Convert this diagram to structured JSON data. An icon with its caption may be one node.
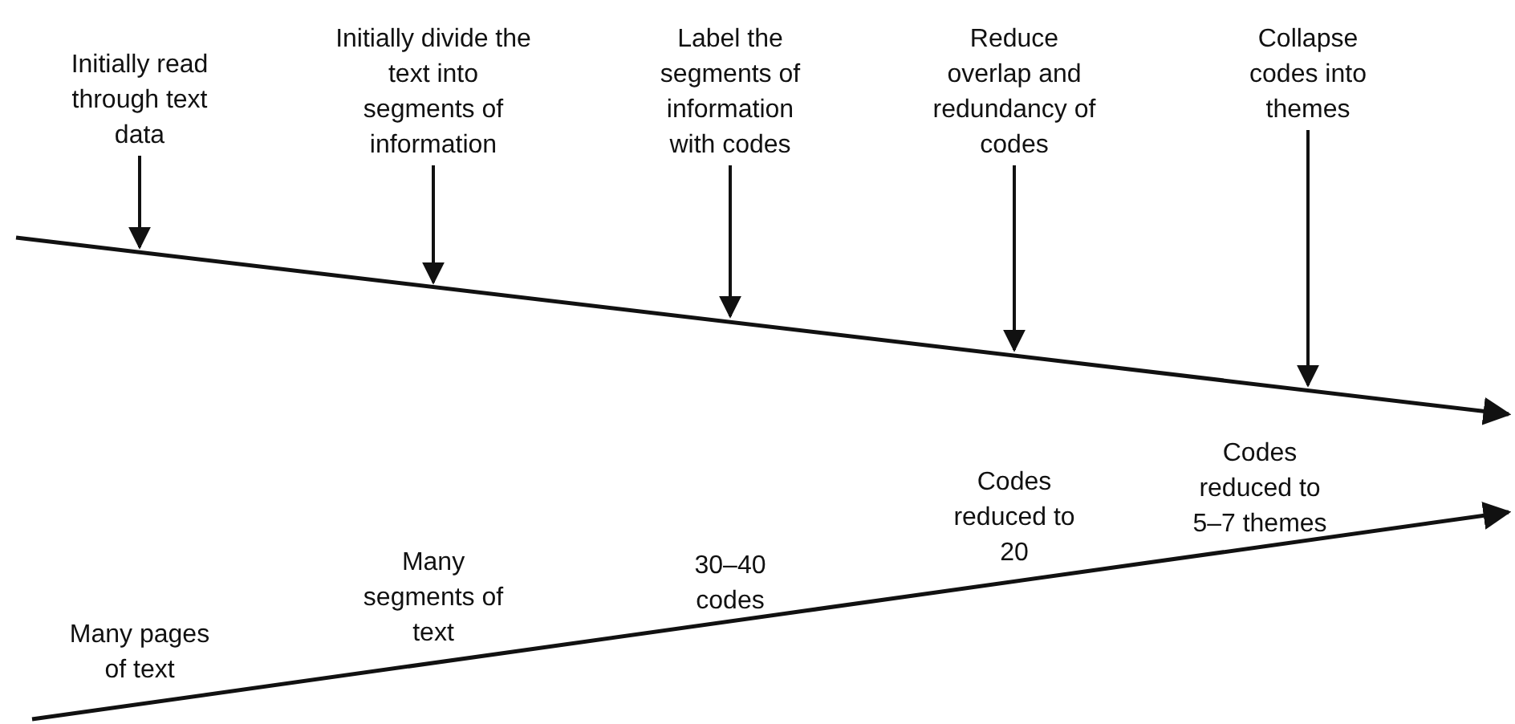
{
  "diagram": {
    "nodes": [
      {
        "text": [
          "Initially read through text data"
        ]
      },
      {
        "text": [
          "Initially divide the text into segments of information"
        ]
      },
      {
        "text": [
          "Label the segments of information with codes"
        ]
      },
      {
        "text": [
          "Reduce overlap and redundancy of codes"
        ]
      },
      {
        "text": [
          "Collapse codes into themes"
        ]
      }
    ],
    "edges": [
      {
        "from": 0,
        "to": null,
        "arrow": "to"
      },
      {
        "from": 1,
        "to": null,
        "arrow": "to"
      },
      {
        "from": 2,
        "to": null,
        "arrow": "to"
      },
      {
        "from": 3,
        "to": null,
        "arrow": "to"
      },
      {
        "from": 4,
        "to": null,
        "arrow": "to"
      }
    ],
    "labels": [
      "Many pages of text",
      "Many segments of text",
      "30–40 codes",
      "Codes reduced to 20",
      "Codes reduced to 5–7 themes"
    ]
  }
}
